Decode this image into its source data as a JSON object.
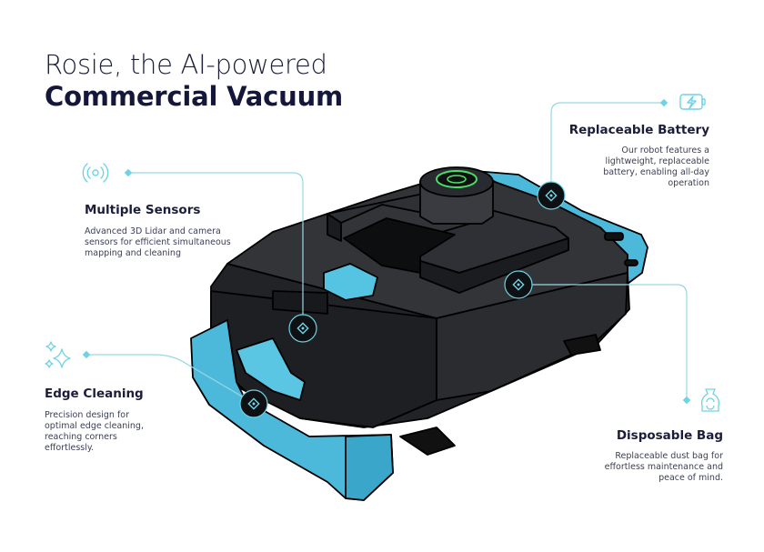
{
  "header": {
    "title_line1": "Rosie, the AI-powered",
    "title_line2": "Commercial Vacuum"
  },
  "features": {
    "sensors": {
      "title": "Multiple Sensors",
      "description": "Advanced 3D Lidar and camera sensors for efficient simultaneous mapping and cleaning",
      "icon": "wireless-signal-icon"
    },
    "edge": {
      "title": "Edge Cleaning",
      "description": "Precision design for optimal edge cleaning, reaching corners effortlessly.",
      "icon": "sparkle-icon"
    },
    "battery": {
      "title": "Replaceable Battery",
      "description": "Our robot features a lightweight, replaceable battery, enabling all-day operation",
      "icon": "battery-charge-icon"
    },
    "bag": {
      "title": "Disposable Bag",
      "description": "Replaceable dust bag for effortless maintenance and peace of mind.",
      "icon": "dust-bag-icon"
    }
  },
  "colors": {
    "accent": "#6fd3e6",
    "robot_body": "#2a2b2f",
    "robot_bumper": "#49b7d9",
    "text_dark": "#1b1d3a"
  }
}
